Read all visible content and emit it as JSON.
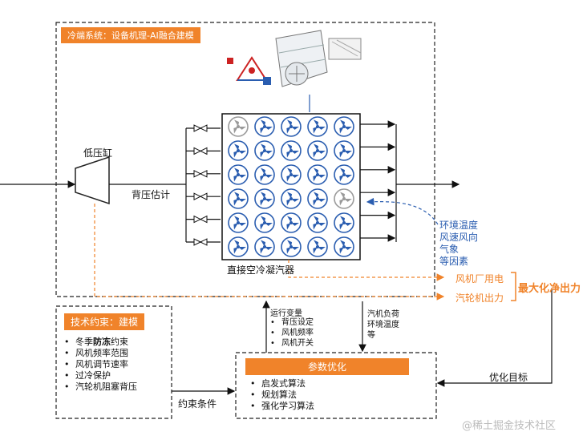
{
  "title_badge": "冷端系统：设备机理-AI融合建模",
  "labels": {
    "low_pressure_cylinder": "低压缸",
    "backpressure_estimation": "背压估计",
    "condenser": "直接空冷凝汽器",
    "optimization_target": "优化目标",
    "constraint_conditions": "约束条件",
    "max_net_output": "最大化净出力",
    "fan_power": "风机厂用电",
    "turbine_output": "汽轮机出力"
  },
  "env_factors": [
    "环境温度",
    "风速风向",
    "气象",
    "等因素"
  ],
  "tech_constraints": {
    "badge": "技术约束：建模",
    "items": [
      {
        "pre": "冬季",
        "bold": "防冻",
        "post": "约束"
      },
      {
        "pre": "风机频率范围",
        "bold": "",
        "post": ""
      },
      {
        "pre": "风机调节速率",
        "bold": "",
        "post": ""
      },
      {
        "pre": "过冷保护",
        "bold": "",
        "post": ""
      },
      {
        "pre": "汽轮机阻塞背压",
        "bold": "",
        "post": ""
      }
    ]
  },
  "run_vars": {
    "title": "运行变量",
    "items": [
      "背压设定",
      "风机频率",
      "风机开关"
    ]
  },
  "turbine_load": [
    "汽机负荷",
    "环境温度",
    "等"
  ],
  "param_opt": {
    "badge": "参数优化",
    "items": [
      "启发式算法",
      "规划算法",
      "强化学习算法"
    ]
  },
  "watermark": "@稀土掘金技术社区",
  "fan_grid": {
    "rows": 6,
    "cols": 5,
    "inactive": [
      [
        0,
        0
      ],
      [
        3,
        4
      ]
    ]
  },
  "colors": {
    "accent_orange": "#f0832a",
    "fan_blue": "#2a5db0",
    "env_blue": "#2a5db0"
  }
}
